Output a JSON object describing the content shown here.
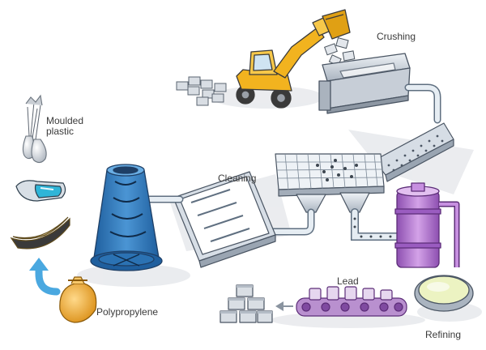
{
  "labels": {
    "crushing": "Crushing",
    "cleaning": "Cleaning",
    "refining": "Refining",
    "lead": "Lead",
    "polypropylene": "Polypropylene",
    "moulded_plastic": "Moulded plastic"
  },
  "icons": {
    "excavator": "excavator-icon",
    "battery_blocks": "battery-blocks-icon",
    "crusher": "crusher-hopper-icon",
    "sorting_conveyor": "perforated-conveyor-icon",
    "screen": "screening-grid-icon",
    "cleaning_trough": "cleaning-trough-icon",
    "cyclone_tower": "cyclone-tower-icon",
    "refinery": "refinery-vessel-icon",
    "melting_pot": "melting-pot-icon",
    "lead_conveyor": "lead-ingot-conveyor-icon",
    "lead_ingots": "lead-ingots-icon",
    "pellet_sack": "polypropylene-sack-icon",
    "vases": "vase-icon",
    "visor": "visor-icon",
    "tray": "boat-tray-icon",
    "flow_arrow": "up-arrow-icon"
  },
  "colors": {
    "pipe": "#dbe4ec",
    "pipe_edge": "#5f6f80",
    "machine_steel": "#c8cfd8",
    "cyclone_blue": "#2f77b8",
    "refinery_purple": "#b57ad0",
    "molten_lead": "#ecf3c2",
    "excavator_yellow": "#f2b31f",
    "sack_gold": "#f0ad2e",
    "arrow_blue": "#4aa8e0"
  }
}
